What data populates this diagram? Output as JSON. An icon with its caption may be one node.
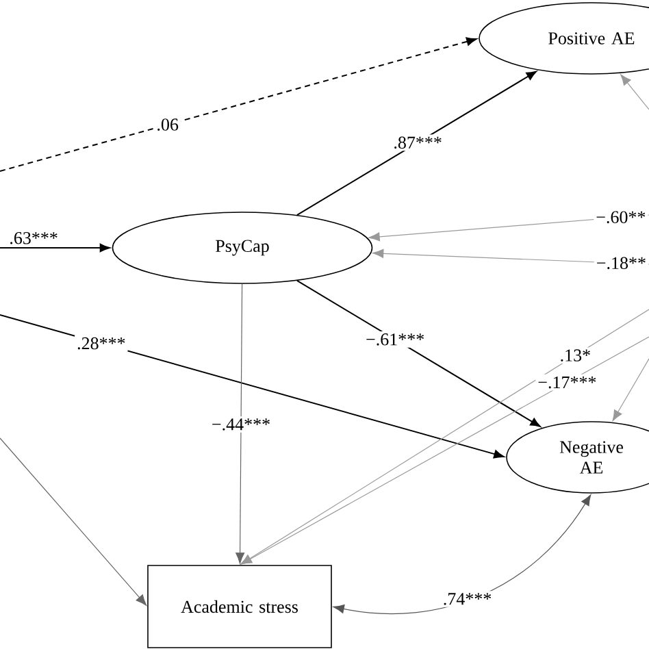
{
  "diagram": {
    "nodes": [
      {
        "text": [
          "Positive AE"
        ]
      },
      {
        "text": [
          "PsyCap"
        ]
      },
      {
        "text": [
          "Negative AE"
        ]
      },
      {
        "text": [
          "Academic stress"
        ]
      }
    ],
    "edges": [
      {
        "from": null,
        "to": 0,
        "arrow": "to",
        "label": ".06",
        "style": "dashed",
        "color": "#000000"
      },
      {
        "from": null,
        "to": 1,
        "arrow": "to",
        "label": ".63***",
        "color": "#000000"
      },
      {
        "from": 1,
        "to": 0,
        "arrow": "to",
        "label": ".87***",
        "color": "#000000"
      },
      {
        "from": null,
        "to": 1,
        "arrow": "to",
        "label": "−.60**",
        "color": "#999999"
      },
      {
        "from": null,
        "to": 1,
        "arrow": "to",
        "label": "−.18**",
        "color": "#999999"
      },
      {
        "from": null,
        "to": 2,
        "arrow": "to",
        "label": ".28***",
        "color": "#000000"
      },
      {
        "from": null,
        "to": 3,
        "arrow": "to",
        "color": "#666666"
      },
      {
        "from": 1,
        "to": 2,
        "arrow": "to",
        "label": "−.61***",
        "color": "#000000"
      },
      {
        "from": 1,
        "to": 3,
        "arrow": "to",
        "label": "−.44***",
        "color": "#666666"
      },
      {
        "from": null,
        "to": 3,
        "arrow": "to",
        "label": ".13*",
        "color": "#999999"
      },
      {
        "from": null,
        "to": 3,
        "arrow": "to",
        "label": "−.17***",
        "color": "#999999"
      },
      {
        "from": null,
        "to": 0,
        "arrow": "to",
        "color": "#999999"
      },
      {
        "from": null,
        "to": 2,
        "arrow": "to",
        "color": "#999999"
      },
      {
        "from": 3,
        "to": 2,
        "arrow": "both",
        "label": ".74***",
        "color": "#555555"
      }
    ]
  }
}
